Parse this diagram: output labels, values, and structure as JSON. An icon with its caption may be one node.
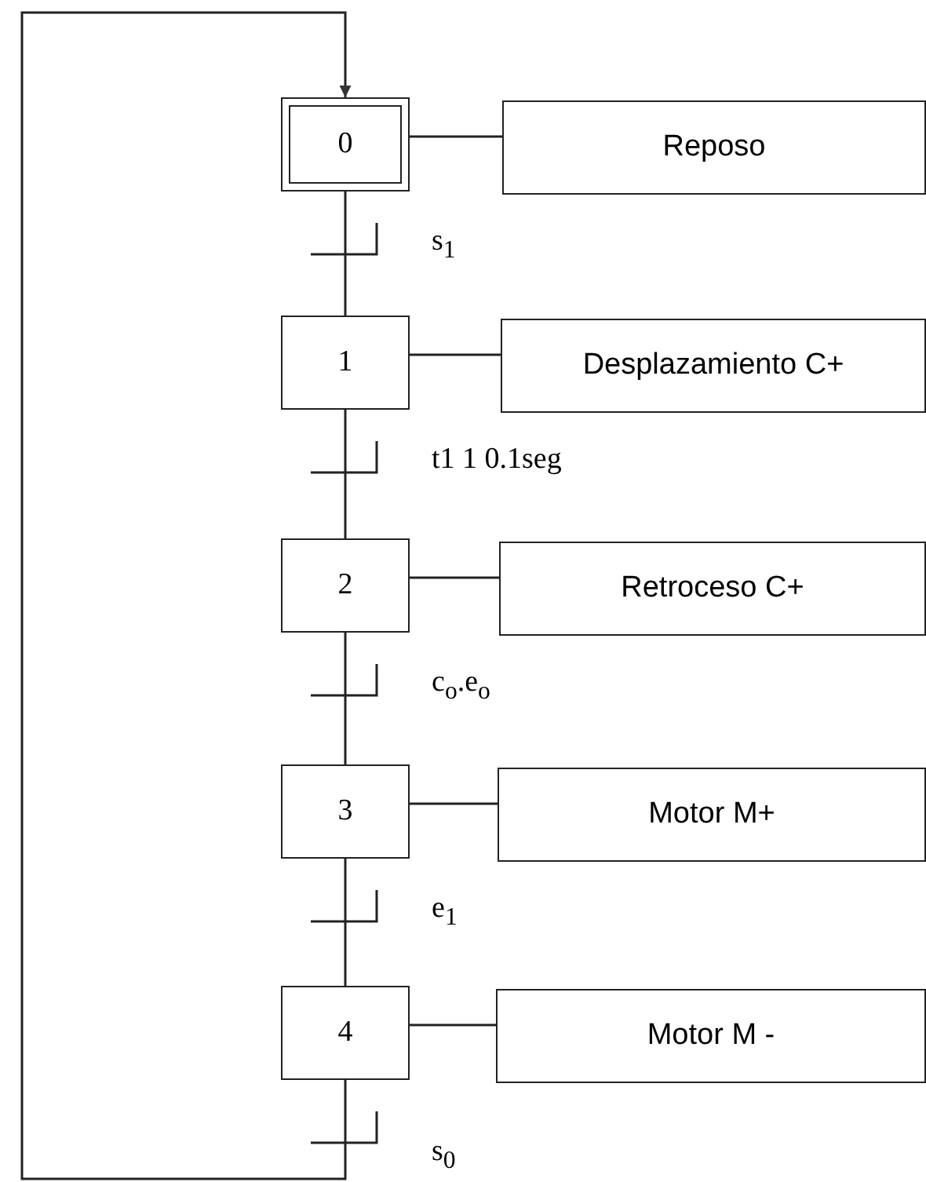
{
  "diagram": {
    "nodes": [
      {
        "text": [
          "0"
        ]
      },
      {
        "text": [
          "Reposo"
        ]
      },
      {
        "text": [
          "1"
        ]
      },
      {
        "text": [
          "Desplazamiento C+"
        ]
      },
      {
        "text": [
          "2"
        ]
      },
      {
        "text": [
          "Retroceso C+"
        ]
      },
      {
        "text": [
          "3"
        ]
      },
      {
        "text": [
          "Motor M+"
        ]
      },
      {
        "text": [
          "4"
        ]
      },
      {
        "text": [
          "Motor M -"
        ]
      }
    ],
    "edges": [
      {
        "from": 0,
        "to": 1,
        "arrow": "none"
      },
      {
        "from": 0,
        "to": 2,
        "arrow": "none",
        "label": "s$_{1}$"
      },
      {
        "from": 2,
        "to": 3,
        "arrow": "none"
      },
      {
        "from": 2,
        "to": 4,
        "arrow": "none",
        "label": "t1 1 0.1seg"
      },
      {
        "from": 4,
        "to": 5,
        "arrow": "none"
      },
      {
        "from": 4,
        "to": 6,
        "arrow": "none",
        "label": "c$_{o}$.e$_{o}$"
      },
      {
        "from": 6,
        "to": 7,
        "arrow": "none"
      },
      {
        "from": 6,
        "to": 8,
        "arrow": "none",
        "label": "e$_{1}$"
      },
      {
        "from": 8,
        "to": 9,
        "arrow": "none"
      },
      {
        "from": 8,
        "to": 0,
        "arrow": "to",
        "label": "s$_{0}$"
      }
    ]
  }
}
